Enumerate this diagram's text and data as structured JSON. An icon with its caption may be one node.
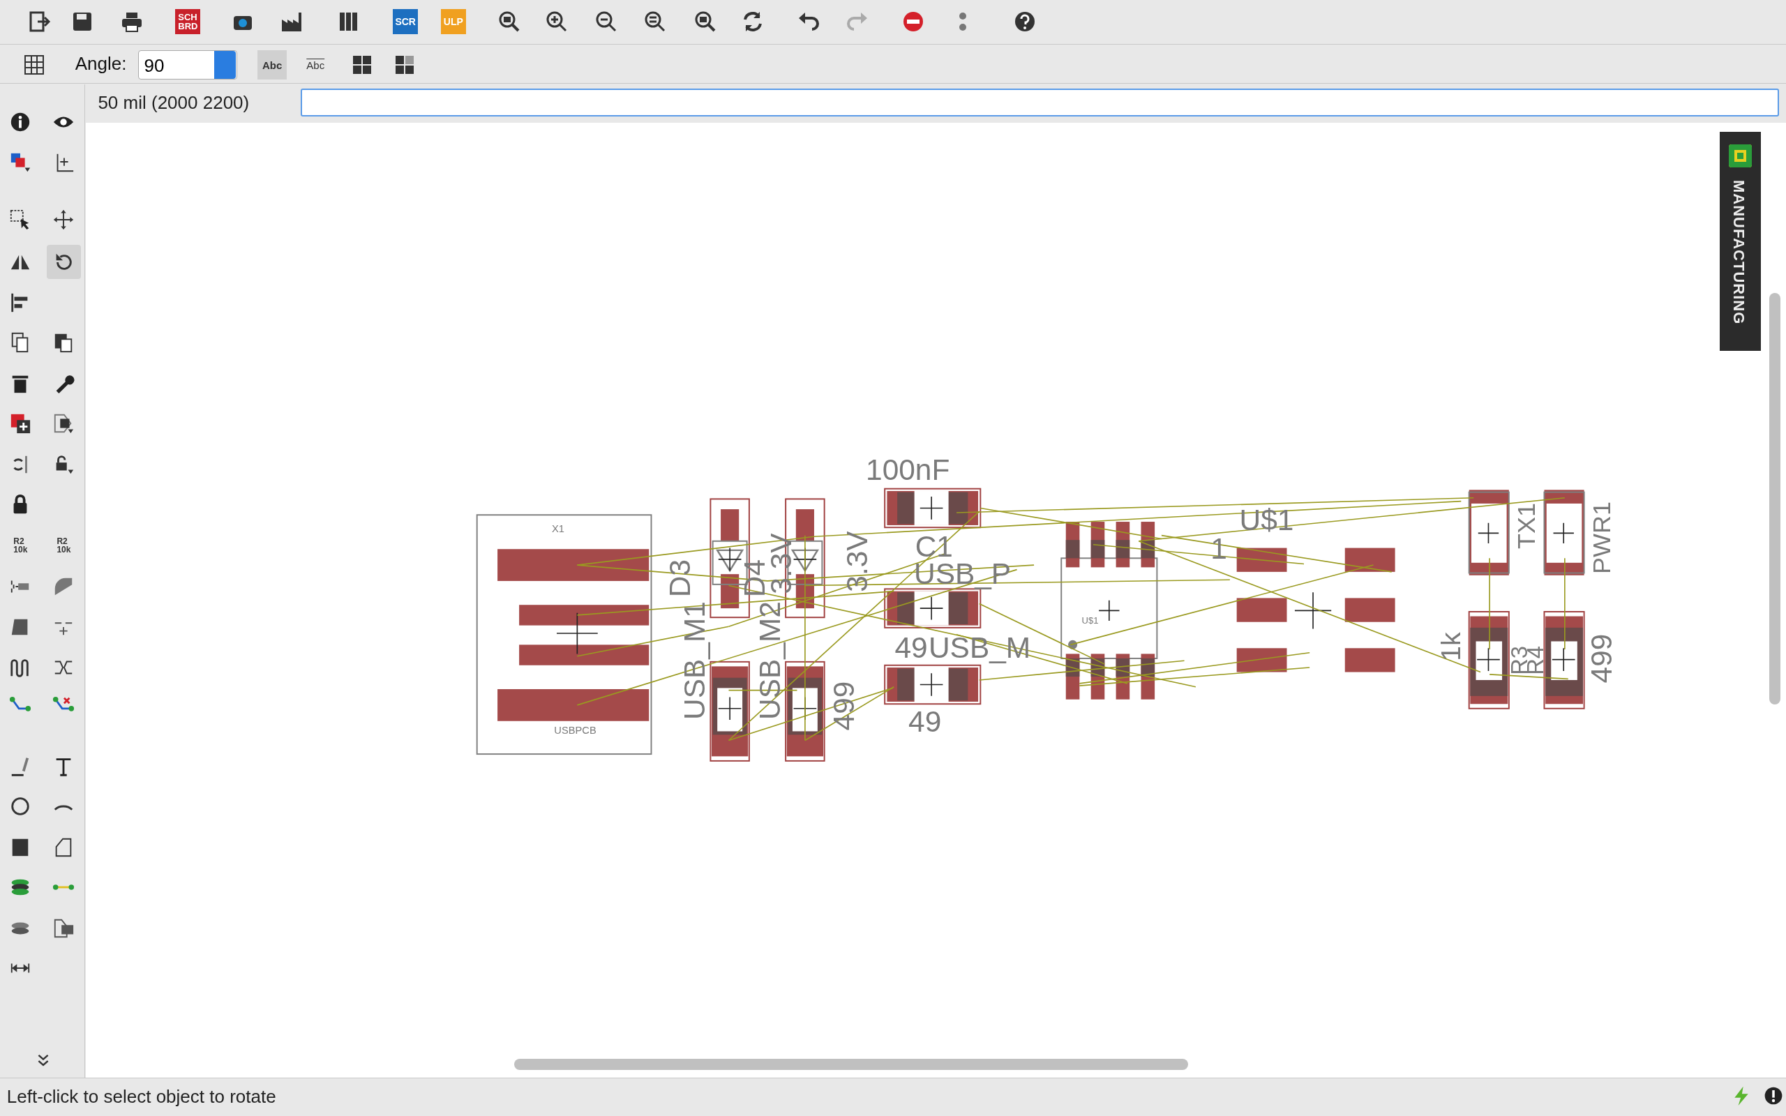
{
  "diagram": {
    "labels": [
      "SCH",
      "BRD",
      "SCR",
      "ULP",
      "Angle:",
      "90",
      "Abc",
      "Abc",
      "50 mil (2000 2200)",
      "R2",
      "10k",
      "R2",
      "10k",
      "MANUFACTURING",
      "100nF",
      "X1",
      "C1",
      "USB_P",
      "U$1",
      "1",
      "TX1",
      "PWR1",
      "D3",
      "D4",
      "3.3V",
      "3.3V",
      "USB_M1",
      "USB_M2",
      "499",
      "49",
      "USB_M",
      "U$1",
      "1k",
      "R3",
      "R4",
      "499",
      "USBPCB",
      "49",
      "Left-click to select object to rotate"
    ]
  }
}
